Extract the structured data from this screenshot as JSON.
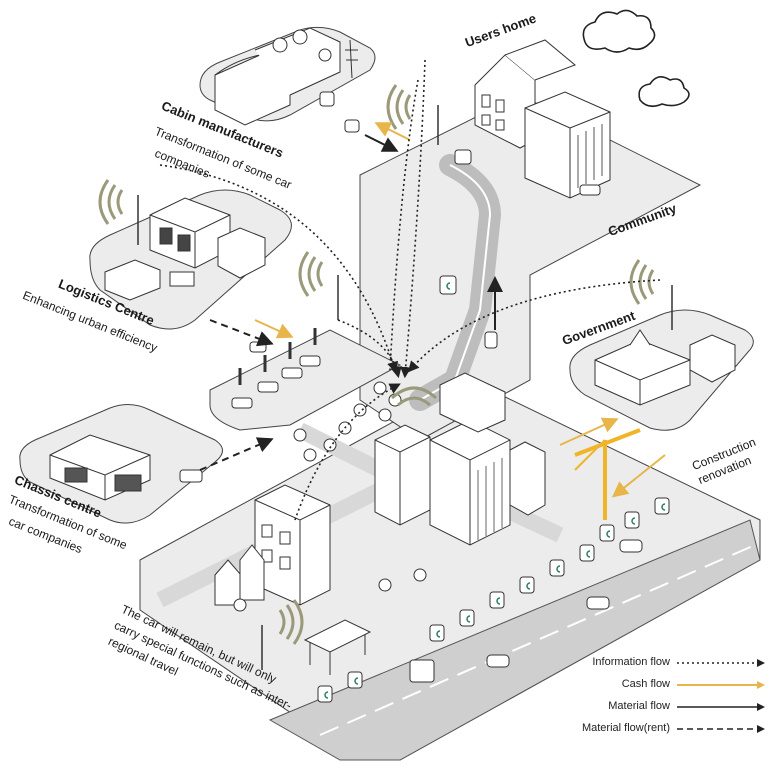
{
  "labels": {
    "users_home": "Users home",
    "community": "Community",
    "cabin_title": "Cabin manufacturers",
    "cabin_sub1": "Transformation of some car",
    "cabin_sub2": "companies",
    "logistics_title": "Logistics Centre",
    "logistics_sub": "Enhancing urban efficiency",
    "government": "Government",
    "construction1": "Construction",
    "construction2": "renovation",
    "chassis_title": "Chassis centre",
    "chassis_sub1": "Transformation of some",
    "chassis_sub2": "car companies",
    "car_note1": "The car will remain, but will only",
    "car_note2": "carry special functions such as inter-",
    "car_note3": "regional travel"
  },
  "legend": [
    {
      "label": "Information flow",
      "style": "dotted",
      "color": "#222222"
    },
    {
      "label": "Cash flow",
      "style": "solid",
      "color": "#e8b54a"
    },
    {
      "label": "Material flow",
      "style": "solid",
      "color": "#222222"
    },
    {
      "label": "Material flow(rent)",
      "style": "dashed",
      "color": "#222222"
    }
  ],
  "colors": {
    "platform": "#ececec",
    "road": "#d4d4d4",
    "outline": "#333333",
    "cash": "#e8b54a",
    "signal": "#9a9a7a",
    "crane": "#f0b429",
    "pod_logo": "#2e7d5b"
  },
  "icons": [
    "cloud-icon",
    "wifi-signal-icon",
    "pod-vehicle-icon",
    "crane-icon",
    "tree-icon",
    "car-icon"
  ]
}
